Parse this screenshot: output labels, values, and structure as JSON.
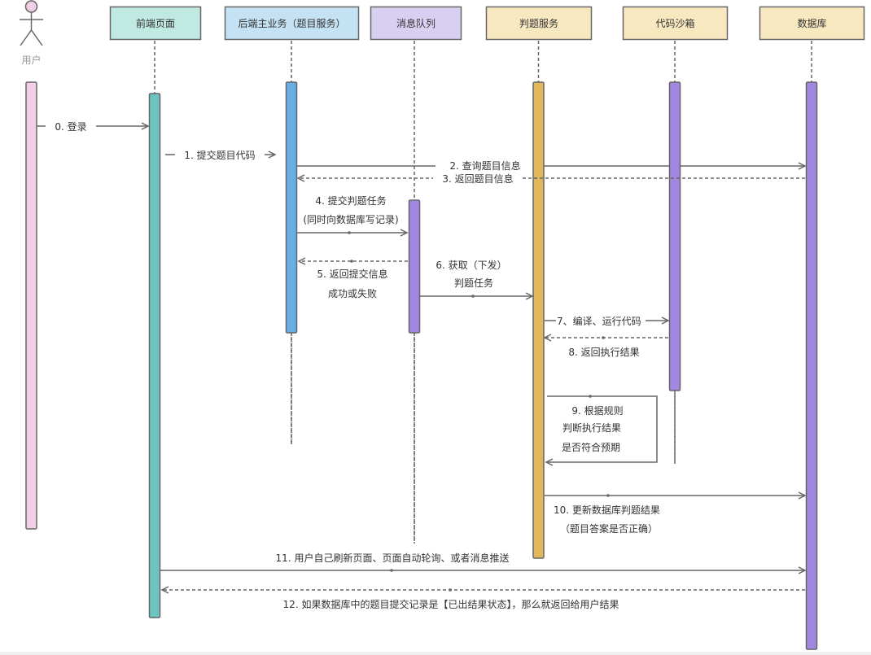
{
  "diagram": {
    "type": "sequence",
    "actor": {
      "id": "user",
      "label": "用户",
      "head_color": "#f2cfe6",
      "activation_color": "#f2cfe6"
    },
    "participants": [
      {
        "id": "frontend",
        "label": "前端页面",
        "box_color": "#bfe9e1",
        "activation_color": "#6ec4c1"
      },
      {
        "id": "backend",
        "label": "后端主业务（题目服务）",
        "box_color": "#c4e2f3",
        "activation_color": "#66aee3"
      },
      {
        "id": "mq",
        "label": "消息队列",
        "box_color": "#d9d0f1",
        "activation_color": "#a287e0"
      },
      {
        "id": "judge",
        "label": "判题服务",
        "box_color": "#f7e8c0",
        "activation_color": "#e1b75c"
      },
      {
        "id": "sandbox",
        "label": "代码沙箱",
        "box_color": "#f7e8c0",
        "activation_color": "#a287e0"
      },
      {
        "id": "db",
        "label": "数据库",
        "box_color": "#f7e8c0",
        "activation_color": "#a287e0"
      }
    ],
    "messages": [
      {
        "id": "m0",
        "from": "user",
        "to": "frontend",
        "style": "solid",
        "lines": [
          "0. 登录"
        ]
      },
      {
        "id": "m1",
        "from": "frontend",
        "to": "backend",
        "style": "solid",
        "lines": [
          "1. 提交题目代码"
        ]
      },
      {
        "id": "m2",
        "from": "backend",
        "to": "db",
        "style": "solid",
        "lines": [
          "2.  查询题目信息"
        ]
      },
      {
        "id": "m3",
        "from": "db",
        "to": "backend",
        "style": "dashed",
        "lines": [
          "3. 返回题目信息"
        ]
      },
      {
        "id": "m4",
        "from": "backend",
        "to": "mq",
        "style": "solid",
        "lines": [
          "4. 提交判题任务",
          "(同时向数据库写记录)"
        ]
      },
      {
        "id": "m5",
        "from": "mq",
        "to": "backend",
        "style": "dashed",
        "lines": [
          "5. 返回提交信息",
          "成功或失败"
        ]
      },
      {
        "id": "m6",
        "from": "mq",
        "to": "judge",
        "style": "solid",
        "lines": [
          "6. 获取（下发）",
          "判题任务"
        ]
      },
      {
        "id": "m7",
        "from": "judge",
        "to": "sandbox",
        "style": "solid",
        "lines": [
          "7、编译、运行代码"
        ]
      },
      {
        "id": "m8",
        "from": "sandbox",
        "to": "judge",
        "style": "dashed",
        "lines": [
          "8. 返回执行结果"
        ]
      },
      {
        "id": "m9",
        "from": "judge",
        "to": "judge",
        "style": "self",
        "lines": [
          "9. 根据规则",
          "判断执行结果",
          "是否符合预期"
        ]
      },
      {
        "id": "m10",
        "from": "judge",
        "to": "db",
        "style": "solid",
        "lines": [
          "10. 更新数据库判题结果",
          "（题目答案是否正确）"
        ]
      },
      {
        "id": "m11",
        "from": "frontend",
        "to": "db",
        "style": "solid",
        "lines": [
          "11. 用户自己刷新页面、页面自动轮询、或者消息推送"
        ]
      },
      {
        "id": "m12",
        "from": "db",
        "to": "frontend",
        "style": "dashed",
        "lines": [
          "12. 如果数据库中的题目提交记录是【已出结果状态】，那么就返回给用户结果"
        ]
      }
    ],
    "line_color": "#666666",
    "border_color": "#666666",
    "text_color": "#333333"
  }
}
